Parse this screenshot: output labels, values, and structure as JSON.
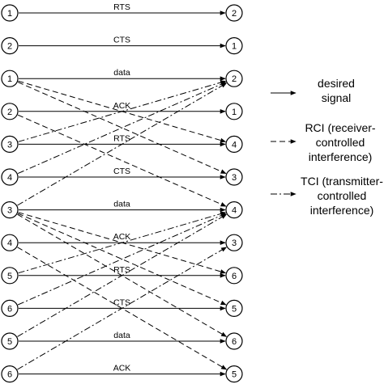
{
  "rows": [
    {
      "left": "1",
      "right": "2",
      "label": "RTS"
    },
    {
      "left": "2",
      "right": "1",
      "label": "CTS"
    },
    {
      "left": "1",
      "right": "2",
      "label": "data"
    },
    {
      "left": "2",
      "right": "1",
      "label": "ACK"
    },
    {
      "left": "3",
      "right": "4",
      "label": "RTS"
    },
    {
      "left": "4",
      "right": "3",
      "label": "CTS"
    },
    {
      "left": "3",
      "right": "4",
      "label": "data"
    },
    {
      "left": "4",
      "right": "3",
      "label": "ACK"
    },
    {
      "left": "5",
      "right": "6",
      "label": "RTS"
    },
    {
      "left": "6",
      "right": "5",
      "label": "CTS"
    },
    {
      "left": "5",
      "right": "6",
      "label": "data"
    },
    {
      "left": "6",
      "right": "5",
      "label": "ACK"
    }
  ],
  "rci_edges": [
    [
      2,
      4
    ],
    [
      2,
      5
    ],
    [
      3,
      6
    ],
    [
      6,
      8
    ],
    [
      6,
      9
    ],
    [
      6,
      10
    ],
    [
      7,
      11
    ]
  ],
  "tci_edges": [
    [
      4,
      2
    ],
    [
      5,
      2
    ],
    [
      6,
      2
    ],
    [
      8,
      6
    ],
    [
      9,
      6
    ],
    [
      10,
      6
    ],
    [
      11,
      7
    ]
  ],
  "legend": {
    "desired": [
      "desired",
      "signal"
    ],
    "rci": [
      "RCI (receiver-",
      "controlled",
      "interference)"
    ],
    "tci": [
      "TCI (transmitter-",
      "controlled",
      "interference)"
    ]
  }
}
